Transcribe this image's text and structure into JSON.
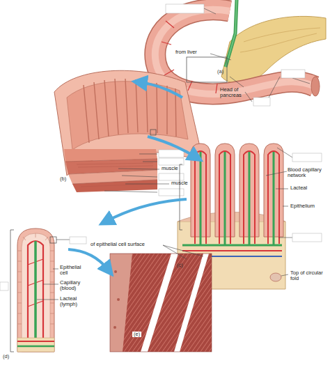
{
  "diagram": {
    "labels": [
      "from liver",
      "(a)",
      "Head of pancreas",
      "muscle",
      "muscle",
      "(b)",
      "Blood capillary network",
      "Lacteal",
      "Epithelium",
      "Top of circular fold",
      "(c)",
      "of epithelial cell surface",
      "Epithelial cell",
      "Capillary (blood)",
      "Lacteal (lymph)",
      "(d)",
      "(e)"
    ]
  }
}
